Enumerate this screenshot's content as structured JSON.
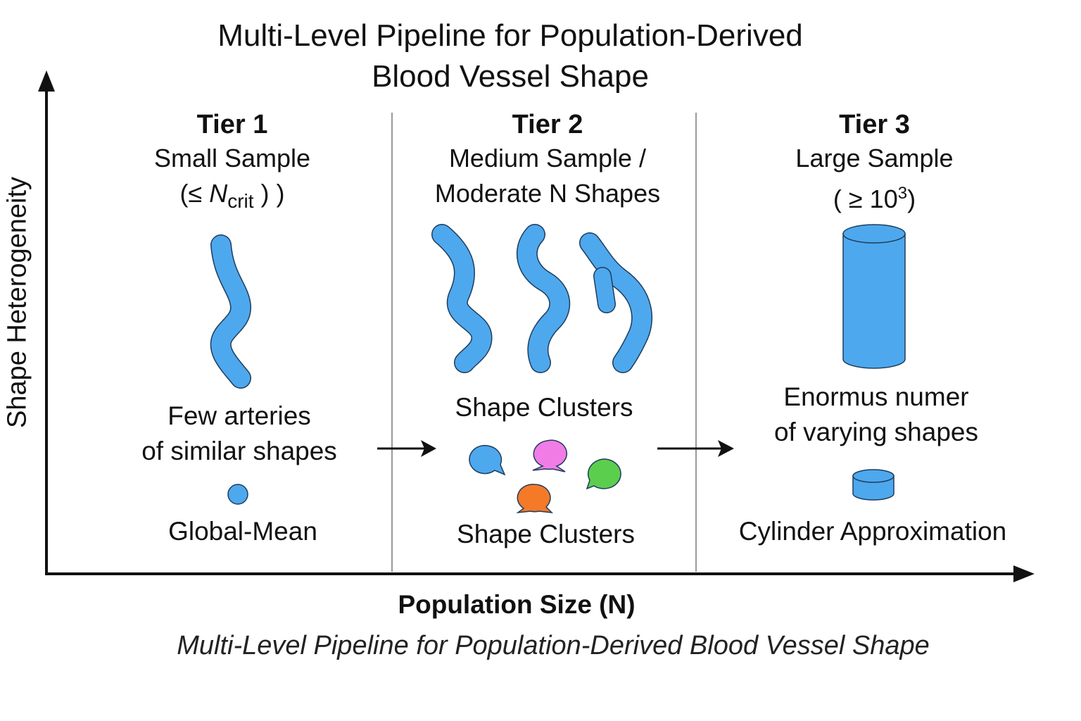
{
  "title_line1": "Multi-Level Pipeline for Population-Derived",
  "title_line2": "Blood Vessel Shape",
  "y_axis_label": "Shape Heterogeneity",
  "x_axis_label": "Population Size (N)",
  "caption": "Multi-Level Pipeline for Population-Derived Blood Vessel Shape",
  "tiers": [
    {
      "heading": "Tier 1",
      "sub_line1": "Small Sample",
      "sub_line2_prefix": "(≤ ",
      "sub_line2_var": "N",
      "sub_line2_sub": "crit",
      "sub_line2_suffix": " )  )",
      "desc_line1": "Few arteries",
      "desc_line2": "of similar shapes",
      "bottom_label": "Global-Mean"
    },
    {
      "heading": "Tier 2",
      "sub_line1": "Medium Sample /",
      "sub_line2": "Moderate N Shapes",
      "mid_label": "Shape Clusters",
      "bottom_label": "Shape Clusters"
    },
    {
      "heading": "Tier 3",
      "sub_line1": "Large Sample",
      "sub_line2_prefix": "( ≥ 10",
      "sub_line2_sup": "3",
      "sub_line2_suffix": ")",
      "desc_line1": "Enormus numer",
      "desc_line2": "of varying shapes",
      "bottom_label": "Cylinder Approximation"
    }
  ],
  "colors": {
    "vessel_blue": "#4ea8ee",
    "outline": "#1d3d5c",
    "cluster_blue": "#4ea8ee",
    "cluster_pink": "#f17ce6",
    "cluster_green": "#5cce4d",
    "cluster_orange": "#f57a28",
    "axis": "#111111",
    "divider": "#9a9a9a"
  }
}
